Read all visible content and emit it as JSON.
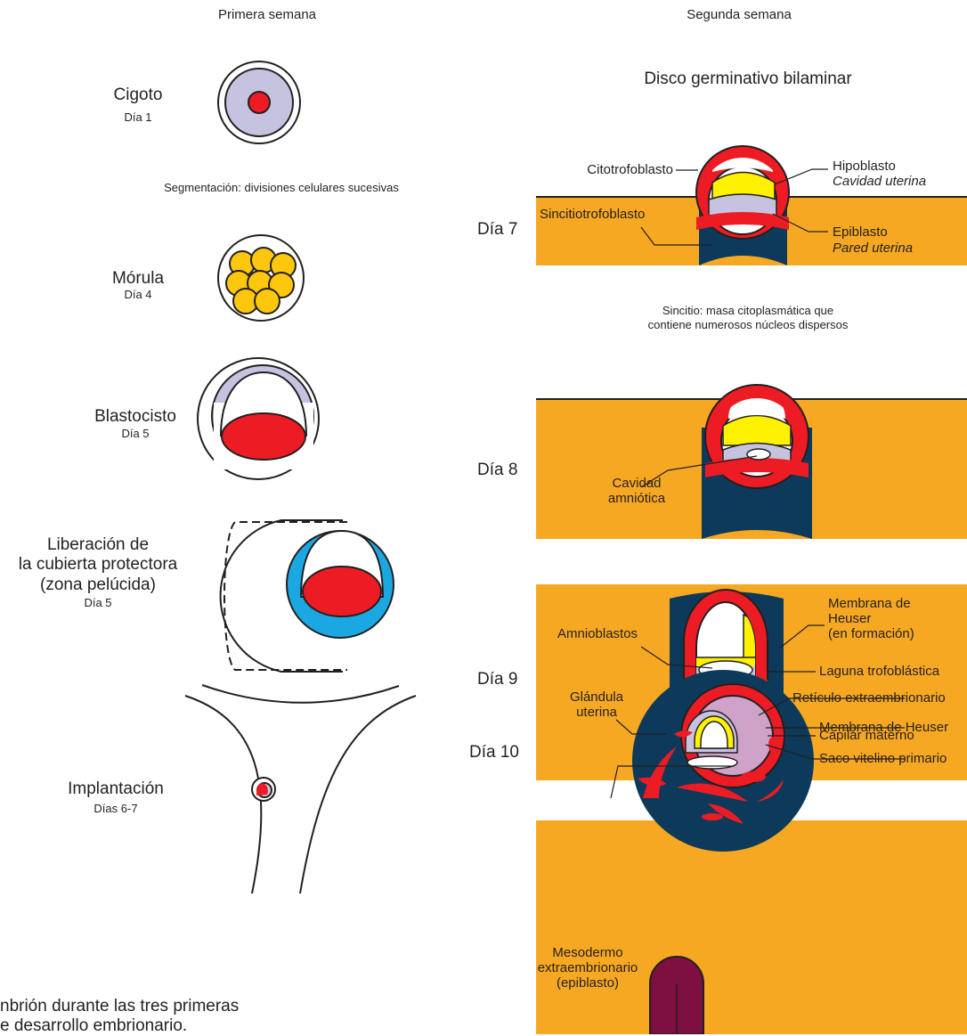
{
  "columns": {
    "left": "Primera semana",
    "right": "Segunda semana"
  },
  "first_week": {
    "zygote": {
      "title": "Cigoto",
      "day": "Día 1"
    },
    "segmentation_note": "Segmentación: divisiones celulares sucesivas",
    "morula": {
      "title": "Mórula",
      "day": "Día 4"
    },
    "blastocyst": {
      "title": "Blastocisto",
      "day": "Día 5"
    },
    "hatching": {
      "line1": "Liberación de",
      "line2": "la cubierta protectora",
      "line3": "(zona pelúcida)",
      "day": "Día 5"
    },
    "implantation": {
      "title": "Implantación",
      "day": "Días 6-7"
    }
  },
  "second_week": {
    "heading": "Disco germinativo bilaminar",
    "day7": {
      "day": "Día 7",
      "cytotrophoblast": "Citotrofoblasto",
      "hypoblast": "Hipoblasto",
      "uterine_cavity": "Cavidad uterina",
      "syncytiotrophoblast": "Sincitiotrofoblasto",
      "epiblast": "Epiblasto",
      "uterine_wall": "Pared uterina"
    },
    "syncytium_note": {
      "line1": "Sincitio: masa citoplasmática que",
      "line2": "contiene numerosos núcleos dispersos"
    },
    "day8": {
      "day": "Día 8",
      "amniotic_line1": "Cavidad",
      "amniotic_line2": "amniótica"
    },
    "day9": {
      "day": "Día 9",
      "heuser_line1": "Membrana de",
      "heuser_line2": "Heuser",
      "heuser_line3": "(en formación)",
      "amnioblasts": "Amnioblastos",
      "trophoblastic_lacuna": "Laguna trofoblástica",
      "gland_line1": "Glándula",
      "gland_line2": "uterina",
      "maternal_capillary": "Capilar materno"
    },
    "day10": {
      "day": "Día 10",
      "extraembryonic_reticulum": "Retículo extraembrionario",
      "heuser_membrane": "Membrana de Heuser",
      "primary_yolk_sac": "Saco vitelino primario",
      "mesoderm_line1": "Mesodermo",
      "mesoderm_line2": "extraembrionario",
      "mesoderm_line3": "(epiblasto)"
    }
  },
  "caption": {
    "line1": "nbrión durante las tres primeras",
    "line2": "e desarrollo embrionario."
  },
  "colors": {
    "tissue": "#f7a823",
    "syncytio": "#0d3a5a",
    "trophoblast_red": "#ed1c24",
    "yellow": "#fff200",
    "lavender": "#c6c3e0",
    "pink": "#cfa2c9",
    "gland": "#7d1040",
    "hatch_blue": "#1ba8e2",
    "morula_yellow": "#fdc70d",
    "outline": "#231f20"
  }
}
